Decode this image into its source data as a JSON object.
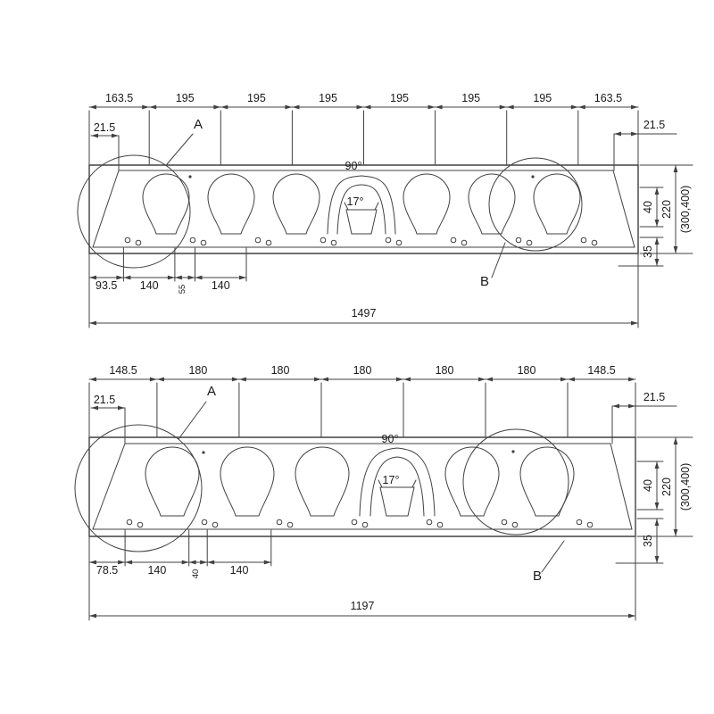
{
  "colors": {
    "line": "#404040",
    "text": "#1a1a1a",
    "background": "#ffffff"
  },
  "drawings": [
    {
      "id": "upper-section-1497",
      "top_dim_chain": [
        "163.5",
        "195",
        "195",
        "195",
        "195",
        "195",
        "195",
        "163.5"
      ],
      "lip_left": "21.5",
      "lip_right": "21.5",
      "angle_apex": "90°",
      "angle_key": "17°",
      "side_dims": {
        "depth_zone": "40",
        "height": "220",
        "reference": "(300,400)",
        "flange": "35"
      },
      "bottom_dim_chain": [
        "93.5",
        "140",
        "55",
        "140"
      ],
      "overall_width": "1497",
      "detail_labels": {
        "a": "A",
        "b": "B"
      }
    },
    {
      "id": "lower-section-1197",
      "top_dim_chain": [
        "148.5",
        "180",
        "180",
        "180",
        "180",
        "180",
        "148.5"
      ],
      "lip_left": "21.5",
      "lip_right": "21.5",
      "angle_apex": "90°",
      "angle_key": "17°",
      "side_dims": {
        "depth_zone": "40",
        "height": "220",
        "reference": "(300,400)",
        "flange": "35"
      },
      "bottom_dim_chain": [
        "78.5",
        "140",
        "40",
        "140"
      ],
      "overall_width": "1197",
      "detail_labels": {
        "a": "A",
        "b": "B"
      }
    }
  ]
}
